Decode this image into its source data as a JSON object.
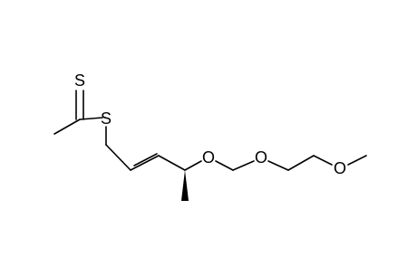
{
  "molecule": {
    "atom_labels": {
      "thione_s": "S",
      "thio_s": "S",
      "o_ether1": "O",
      "o_ether2": "O",
      "o_methoxy": "O"
    }
  }
}
